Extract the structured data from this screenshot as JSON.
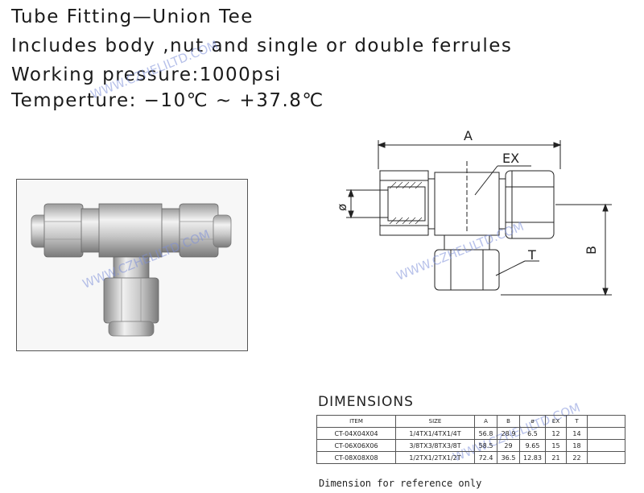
{
  "header": {
    "line1": "Tube Fitting—Union Tee",
    "line2": "Includes body ,nut and single or double ferrules",
    "line3": "Working pressure:1000psi",
    "line4": "Temperture:   −10℃ ∼ +37.8℃"
  },
  "watermark": "WWW.CZHELILTD.COM",
  "drawing": {
    "label_a": "A",
    "label_b": "B",
    "label_ex": "EX",
    "label_t": "T",
    "label_phi": "ø"
  },
  "dimensions": {
    "title": "DIMENSIONS",
    "headers": [
      "ITEM",
      "SIZE",
      "A",
      "B",
      "ø",
      "EX",
      "T"
    ],
    "rows": [
      [
        "CT-04X04X04",
        "1/4TX1/4TX1/4T",
        "56.8",
        "28.9",
        "6.5",
        "12",
        "14"
      ],
      [
        "CT-06X06X06",
        "3/8TX3/8TX3/8T",
        "58.5",
        "29",
        "9.65",
        "15",
        "18"
      ],
      [
        "CT-08X08X08",
        "1/2TX1/2TX1/2T",
        "72.4",
        "36.5",
        "12.83",
        "21",
        "22"
      ]
    ],
    "note": "Dimension for reference only"
  },
  "colors": {
    "watermark": "#7d8fd9",
    "metal_light": "#e8e8e8",
    "metal_dark": "#8a8a8a",
    "line": "#222222"
  }
}
